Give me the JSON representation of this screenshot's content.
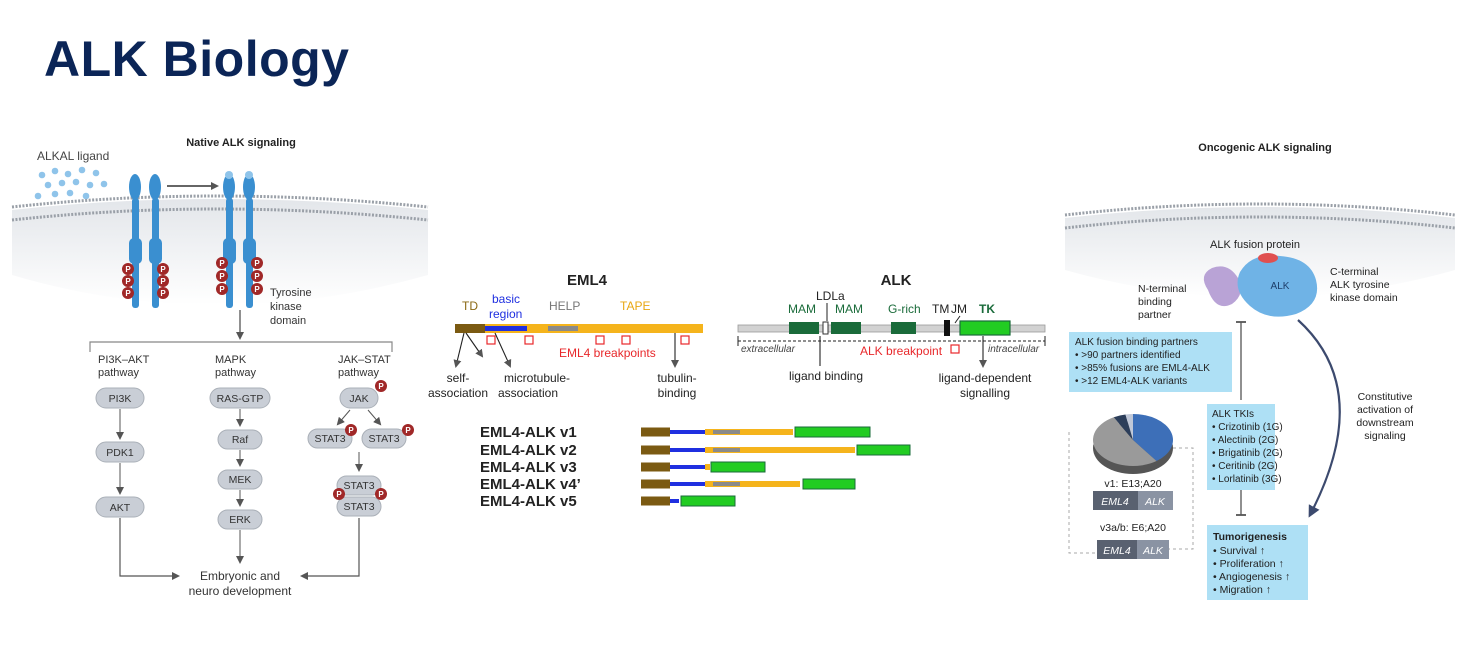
{
  "title": "ALK Biology",
  "colors": {
    "title": "#0b2557",
    "receptor": "#3a8fd0",
    "phospho": "#a02828",
    "node": "#c9ced6",
    "td": "#7b5a12",
    "basic": "#1f2fe0",
    "eml4_body": "#f5b41c",
    "help": "#8a8a8a",
    "breakpoint": "#e8282b",
    "domain_green": "#1a6b3a",
    "tk_green": "#22cc22",
    "callout_blue": "#aee0f5",
    "tag_dark": "#596170",
    "tag_light": "#8a93a3"
  },
  "native": {
    "heading": "Native ALK signaling",
    "ligand_label": "ALKAL ligand",
    "phospho_label": "P",
    "tk_label_line1": "Tyrosine",
    "tk_label_line2": "kinase",
    "tk_label_line3": "domain",
    "pathways": [
      {
        "title_line1": "PI3K–AKT",
        "title_line2": "pathway",
        "nodes": [
          "PI3K",
          "PDK1",
          "AKT"
        ]
      },
      {
        "title_line1": "MAPK",
        "title_line2": "pathway",
        "nodes": [
          "RAS-GTP",
          "Raf",
          "MEK",
          "ERK"
        ]
      },
      {
        "title_line1": "JAK–STAT",
        "title_line2": "pathway",
        "nodes": [
          "JAK",
          "STAT3",
          "STAT3",
          "STAT3",
          "STAT3"
        ]
      }
    ],
    "outcome_line1": "Embryonic and",
    "outcome_line2": "neuro development"
  },
  "eml4": {
    "heading": "EML4",
    "td": "TD",
    "basic_line1": "basic",
    "basic_line2": "region",
    "help": "HELP",
    "tape": "TAPE",
    "breakpoints": "EML4 breakpoints",
    "self_line1": "self-",
    "self_line2": "association",
    "micro_line1": "microtubule-",
    "micro_line2": "association",
    "tubulin_line1": "tubulin-",
    "tubulin_line2": "binding"
  },
  "alk": {
    "heading": "ALK",
    "ldla": "LDLa",
    "mam1": "MAM",
    "mam2": "MAM",
    "grich": "G-rich",
    "tm": "TM",
    "jm": "JM",
    "tk": "TK",
    "extracellular": "extracellular",
    "intracellular": "intracellular",
    "breakpoint": "ALK breakpoint",
    "ligand_binding": "ligand binding",
    "lds_line1": "ligand-dependent",
    "lds_line2": "signalling"
  },
  "variants": [
    {
      "label": "EML4-ALK v1",
      "basic_end": 705,
      "help": [
        713,
        740
      ],
      "orange_end": 793,
      "green": [
        795,
        870
      ]
    },
    {
      "label": "EML4-ALK v2",
      "basic_end": 705,
      "help": [
        713,
        740
      ],
      "orange_end": 855,
      "green": [
        857,
        910
      ]
    },
    {
      "label": "EML4-ALK v3",
      "basic_end": 705,
      "help": null,
      "orange_end": 710,
      "green": [
        711,
        765
      ]
    },
    {
      "label": "EML4-ALK v4’",
      "basic_end": 705,
      "help": [
        713,
        740
      ],
      "orange_end": 800,
      "green": [
        803,
        855
      ]
    },
    {
      "label": "EML4-ALK v5",
      "basic_end": 679,
      "help": null,
      "orange_end": null,
      "green": [
        681,
        735
      ]
    }
  ],
  "oncogenic": {
    "heading": "Oncogenic ALK signaling",
    "fusion_protein": "ALK fusion protein",
    "nterm_line1": "N-terminal",
    "nterm_line2": "binding",
    "nterm_line3": "partner",
    "cterm_line1": "C-terminal",
    "cterm_line2": "ALK tyrosine",
    "cterm_line3": "kinase domain",
    "alk_blob": "ALK",
    "partners_box": {
      "title": "ALK fusion binding partners",
      "items": [
        "• >90 partners identified",
        "• >85% fusions are EML4-ALK",
        "• >12 EML4-ALK variants"
      ]
    },
    "pie": {
      "slices": [
        {
          "value": 40,
          "color": "#3d6fb8"
        },
        {
          "value": 52,
          "color": "#9a9a9a"
        },
        {
          "value": 5,
          "color": "#2c3e5a"
        },
        {
          "value": 3,
          "color": "#c0c8d8"
        }
      ]
    },
    "v1_label": "v1: E13;A20",
    "v3_label": "v3a/b: E6;A20",
    "tag_eml4": "EML4",
    "tag_alk": "ALK",
    "tki_box": {
      "title": "ALK TKIs",
      "items": [
        "• Crizotinib (1G)",
        "• Alectinib (2G)",
        "• Brigatinib (2G)",
        "• Ceritinib (2G)",
        "• Lorlatinib (3G)"
      ]
    },
    "constitutive_line1": "Constitutive",
    "constitutive_line2": "activation of",
    "constitutive_line3": "downstream",
    "constitutive_line4": "signaling",
    "tumor_box": {
      "title": "Tumorigenesis",
      "items": [
        "• Survival ↑",
        "• Proliferation ↑",
        "• Angiogenesis ↑",
        "• Migration ↑"
      ]
    }
  }
}
